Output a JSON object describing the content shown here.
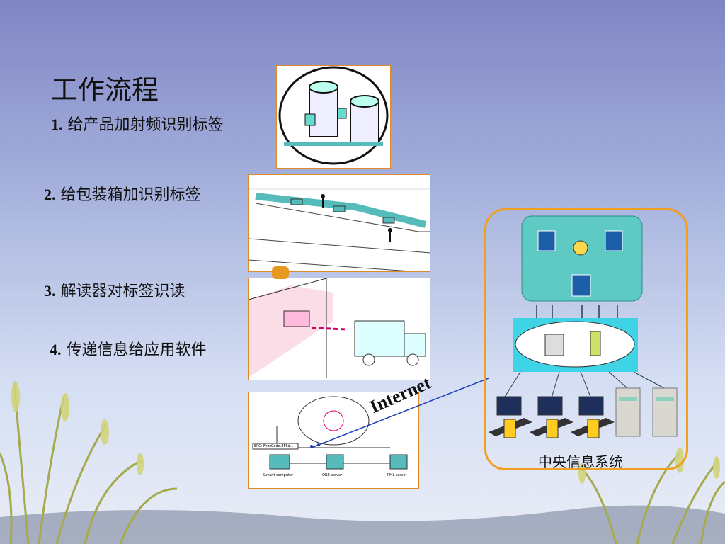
{
  "slide": {
    "title": "工作流程",
    "steps": [
      {
        "num": "1.",
        "text": "给产品加射频识别标签"
      },
      {
        "num": "2.",
        "text": "给包装箱加识别标签"
      },
      {
        "num": "3.",
        "text": "解读器对标签识读"
      },
      {
        "num": "4.",
        "text": "传递信息给应用软件"
      }
    ],
    "internet_label": "Internet",
    "system_label": "中央信息系统",
    "diagram_small_labels": {
      "epc": "EPC: FezzCode.8F6d...",
      "savant": "Savant computer",
      "ons": "ONS server",
      "pml": "PML server"
    }
  },
  "colors": {
    "panel_border": "#e08a2c",
    "system_border": "#f0a020",
    "server_teal": "#5fc9c4",
    "cloud_bg": "#3fd3e6"
  }
}
